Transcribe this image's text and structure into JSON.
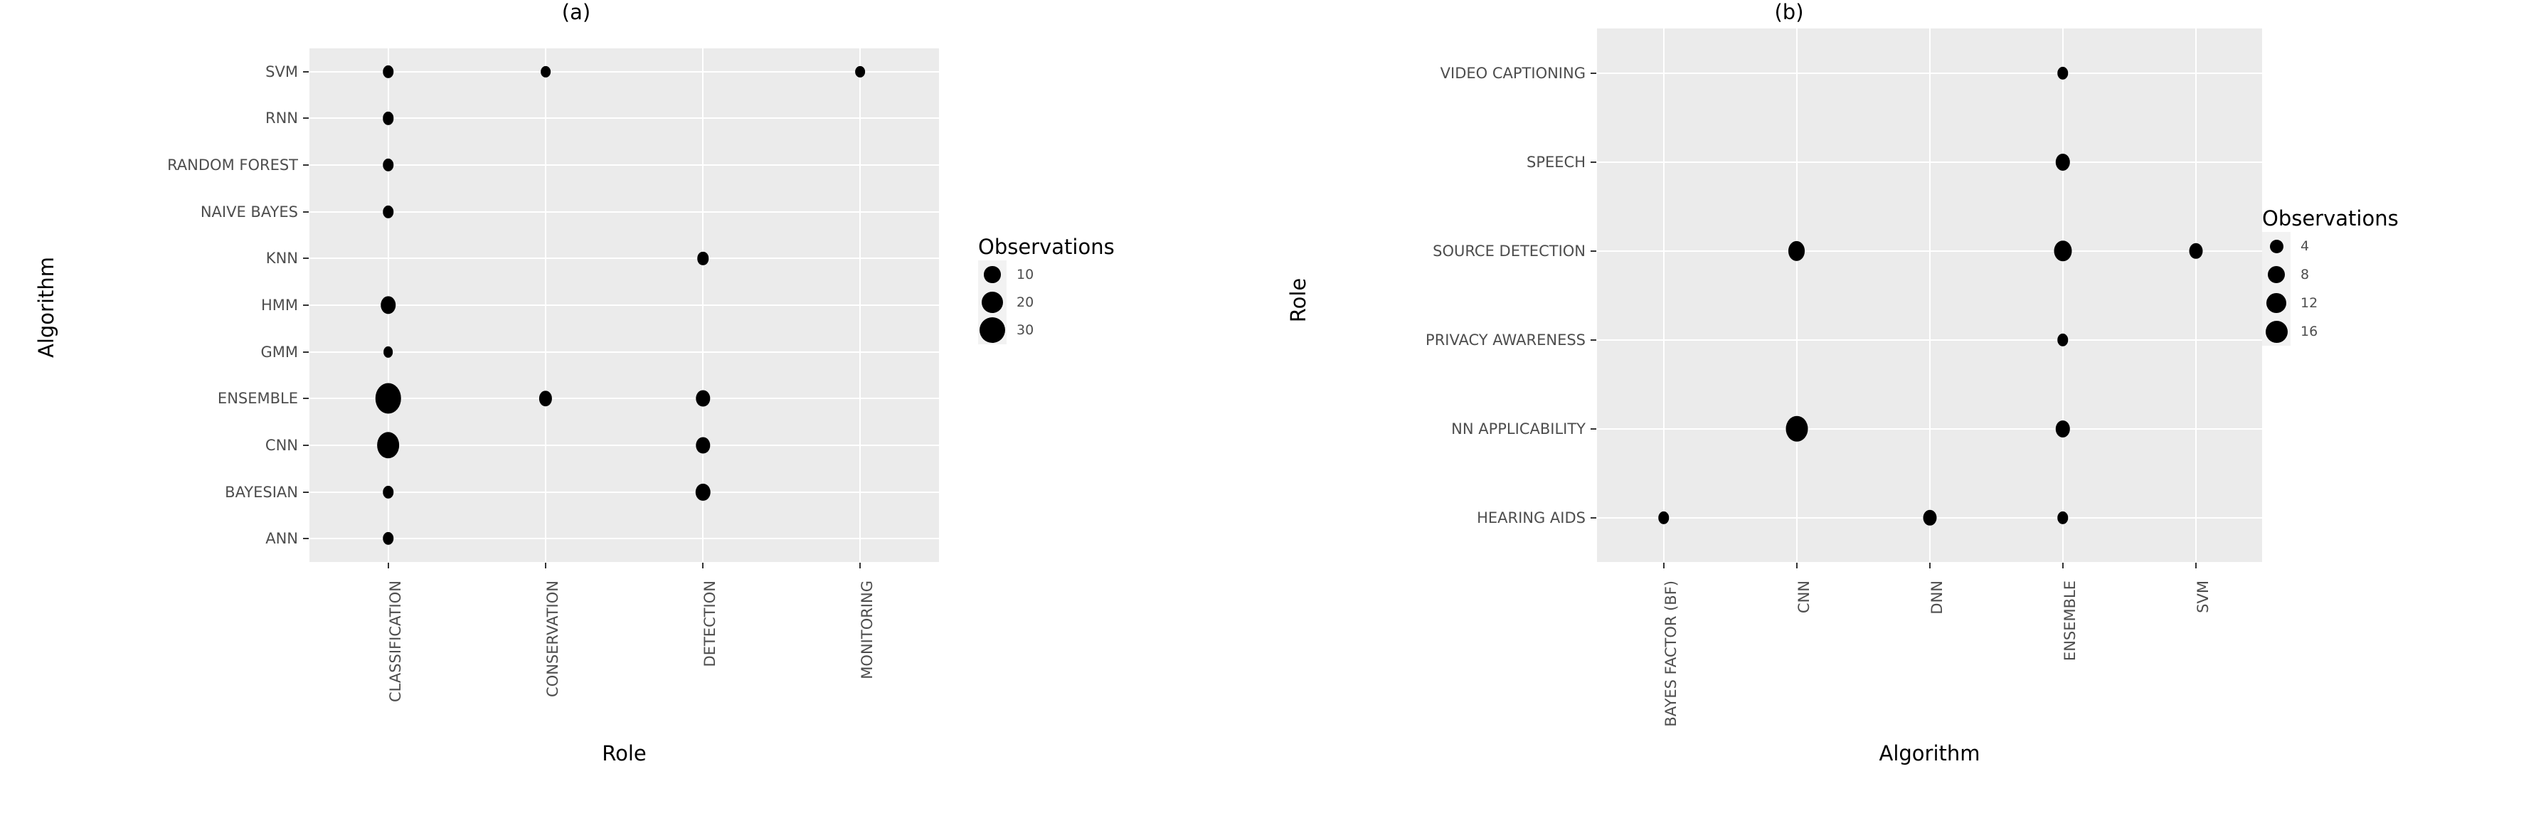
{
  "figure": {
    "background": "#ffffff",
    "panel_background": "#EBEBEB",
    "grid_color": "#FFFFFF",
    "point_color": "#000000",
    "axis_text_color": "#4D4D4D"
  },
  "chart_data": [
    {
      "id": "panel-a",
      "type": "scatter",
      "title": "(a)",
      "xlabel": "Role",
      "ylabel": "Algorithm",
      "grid": true,
      "size_legend": {
        "title": "Observations",
        "breaks": [
          10,
          20,
          30
        ],
        "labels": [
          "10",
          "20",
          "30"
        ],
        "position": "right"
      },
      "x_categories": [
        "CLASSIFICATION",
        "CONSERVATION",
        "DETECTION",
        "MONITORING"
      ],
      "y_categories": [
        "SVM",
        "RNN",
        "RANDOM FOREST",
        "NAIVE BAYES",
        "KNN",
        "HMM",
        "GMM",
        "ENSEMBLE",
        "CNN",
        "BAYESIAN",
        "ANN"
      ],
      "points": [
        {
          "x": "CLASSIFICATION",
          "y": "SVM",
          "value": 3
        },
        {
          "x": "CONSERVATION",
          "y": "SVM",
          "value": 2
        },
        {
          "x": "MONITORING",
          "y": "SVM",
          "value": 2
        },
        {
          "x": "CLASSIFICATION",
          "y": "RNN",
          "value": 3
        },
        {
          "x": "CLASSIFICATION",
          "y": "RANDOM FOREST",
          "value": 3
        },
        {
          "x": "CLASSIFICATION",
          "y": "NAIVE BAYES",
          "value": 3
        },
        {
          "x": "DETECTION",
          "y": "KNN",
          "value": 3
        },
        {
          "x": "CLASSIFICATION",
          "y": "HMM",
          "value": 8
        },
        {
          "x": "CLASSIFICATION",
          "y": "GMM",
          "value": 2
        },
        {
          "x": "CLASSIFICATION",
          "y": "ENSEMBLE",
          "value": 31
        },
        {
          "x": "CONSERVATION",
          "y": "ENSEMBLE",
          "value": 5
        },
        {
          "x": "DETECTION",
          "y": "ENSEMBLE",
          "value": 6
        },
        {
          "x": "CLASSIFICATION",
          "y": "CNN",
          "value": 22
        },
        {
          "x": "DETECTION",
          "y": "CNN",
          "value": 6
        },
        {
          "x": "CLASSIFICATION",
          "y": "BAYESIAN",
          "value": 3
        },
        {
          "x": "DETECTION",
          "y": "BAYESIAN",
          "value": 7
        },
        {
          "x": "CLASSIFICATION",
          "y": "ANN",
          "value": 3
        }
      ]
    },
    {
      "id": "panel-b",
      "type": "scatter",
      "title": "(b)",
      "xlabel": "Algorithm",
      "ylabel": "Role",
      "grid": true,
      "size_legend": {
        "title": "Observations",
        "breaks": [
          4,
          8,
          12,
          16
        ],
        "labels": [
          "4",
          "8",
          "12",
          "16"
        ],
        "position": "right"
      },
      "x_categories": [
        "BAYES FACTOR (BF)",
        "CNN",
        "DNN",
        "ENSEMBLE",
        "SVM"
      ],
      "y_categories": [
        "VIDEO CAPTIONING",
        "SPEECH",
        "SOURCE DETECTION",
        "PRIVACY AWARENESS",
        "NN APPLICABILITY",
        "HEARING AIDS"
      ],
      "points": [
        {
          "x": "ENSEMBLE",
          "y": "VIDEO CAPTIONING",
          "value": 2
        },
        {
          "x": "ENSEMBLE",
          "y": "SPEECH",
          "value": 5
        },
        {
          "x": "CNN",
          "y": "SOURCE DETECTION",
          "value": 8
        },
        {
          "x": "ENSEMBLE",
          "y": "SOURCE DETECTION",
          "value": 9
        },
        {
          "x": "SVM",
          "y": "SOURCE DETECTION",
          "value": 4
        },
        {
          "x": "ENSEMBLE",
          "y": "PRIVACY AWARENESS",
          "value": 2
        },
        {
          "x": "CNN",
          "y": "NN APPLICABILITY",
          "value": 16
        },
        {
          "x": "ENSEMBLE",
          "y": "NN APPLICABILITY",
          "value": 5
        },
        {
          "x": "BAYES FACTOR (BF)",
          "y": "HEARING AIDS",
          "value": 2
        },
        {
          "x": "DNN",
          "y": "HEARING AIDS",
          "value": 4
        },
        {
          "x": "ENSEMBLE",
          "y": "HEARING AIDS",
          "value": 2
        }
      ]
    }
  ]
}
